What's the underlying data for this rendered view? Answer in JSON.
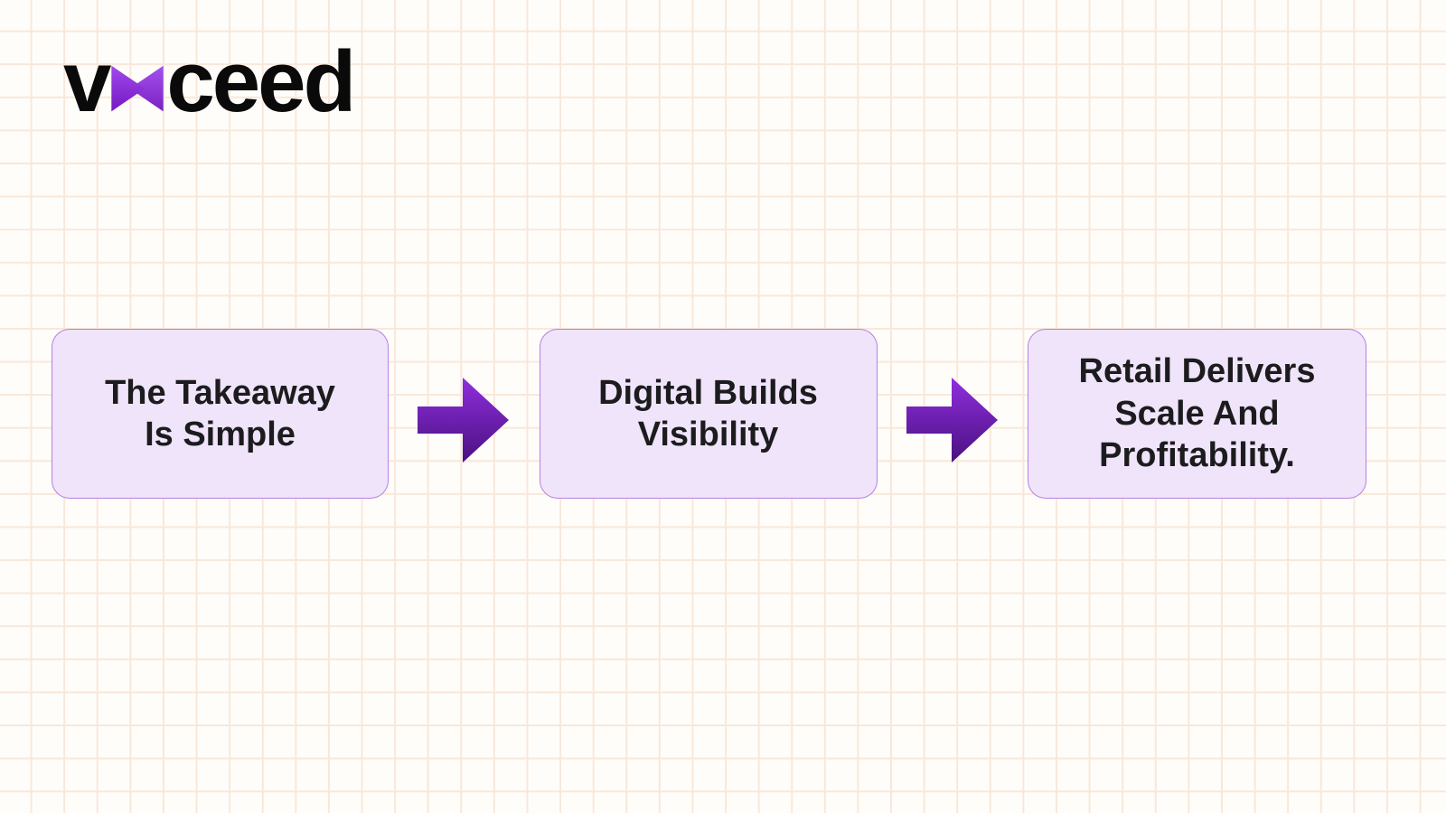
{
  "logo": {
    "part1": "v",
    "part2": "ceed",
    "x_icon": "vxceed-x-mark"
  },
  "flow": {
    "steps": [
      {
        "lines": [
          "The Takeaway",
          "Is Simple"
        ]
      },
      {
        "lines": [
          "Digital Builds",
          "Visibility"
        ]
      },
      {
        "lines": [
          "Retail Delivers",
          "Scale And",
          "Profitability."
        ]
      }
    ]
  },
  "colors": {
    "background": "#FFFDFA",
    "grid_line": "#F8E8D9",
    "box_fill": "#EFE4FA",
    "box_border": "#B77FE3",
    "box_text": "#1C1C1E",
    "arrow_gradient_top": "#8F2EDD",
    "arrow_gradient_bottom": "#4A1180",
    "logo_text": "#0A0A0A",
    "logo_x_gradient_top": "#A14AEF",
    "logo_x_gradient_bottom": "#7418C0"
  }
}
